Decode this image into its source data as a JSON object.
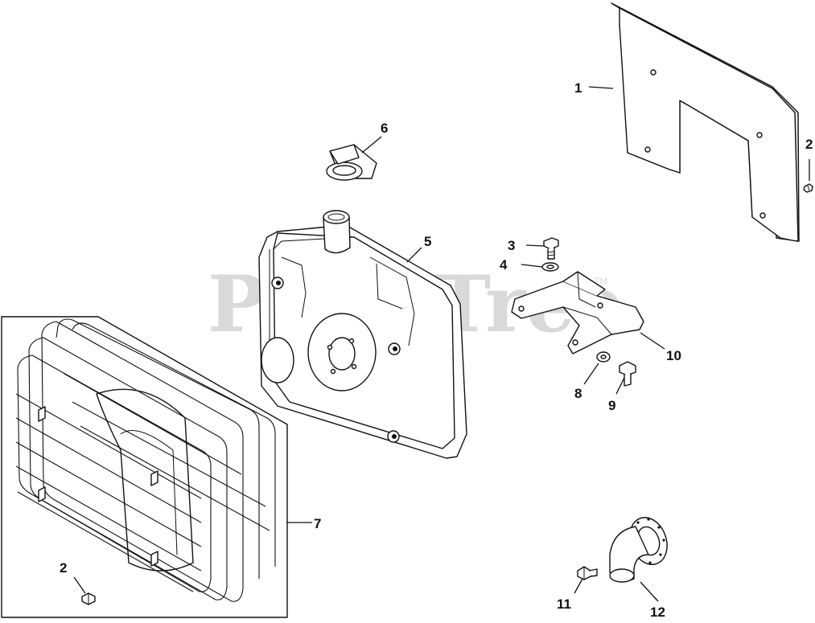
{
  "watermark": {
    "text": "PartsTree",
    "tm": "TM"
  },
  "callouts": [
    {
      "id": "c1",
      "text": "1"
    },
    {
      "id": "c2a",
      "text": "2"
    },
    {
      "id": "c2b",
      "text": "2"
    },
    {
      "id": "c3",
      "text": "3"
    },
    {
      "id": "c4",
      "text": "4"
    },
    {
      "id": "c5",
      "text": "5"
    },
    {
      "id": "c6",
      "text": "6"
    },
    {
      "id": "c7",
      "text": "7"
    },
    {
      "id": "c8",
      "text": "8"
    },
    {
      "id": "c9",
      "text": "9"
    },
    {
      "id": "c10",
      "text": "10"
    },
    {
      "id": "c11",
      "text": "11"
    },
    {
      "id": "c12",
      "text": "12"
    }
  ]
}
